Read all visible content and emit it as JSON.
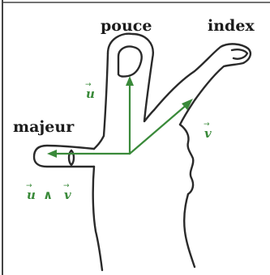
{
  "labels": {
    "thumb": "pouce",
    "index": "index",
    "middle": "majeur"
  },
  "vectors": {
    "u": "u",
    "v": "v",
    "cross_u": "u",
    "cross_op": "∧",
    "cross_v": "v",
    "arrow_glyph": "→"
  },
  "colors": {
    "vector": "#3a8a3a",
    "outline": "#2a2a2a",
    "label": "#1c1c1c"
  }
}
